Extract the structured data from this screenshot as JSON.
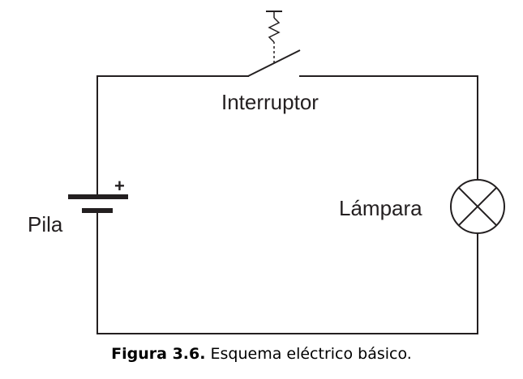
{
  "labels": {
    "switch": "Interruptor",
    "battery": "Pila",
    "battery_polarity": "+",
    "lamp": "Lámpara"
  },
  "caption": {
    "number": "Figura 3.6.",
    "text": "Esquema eléctrico básico."
  },
  "colors": {
    "line": "#231f20",
    "background": "#ffffff"
  }
}
